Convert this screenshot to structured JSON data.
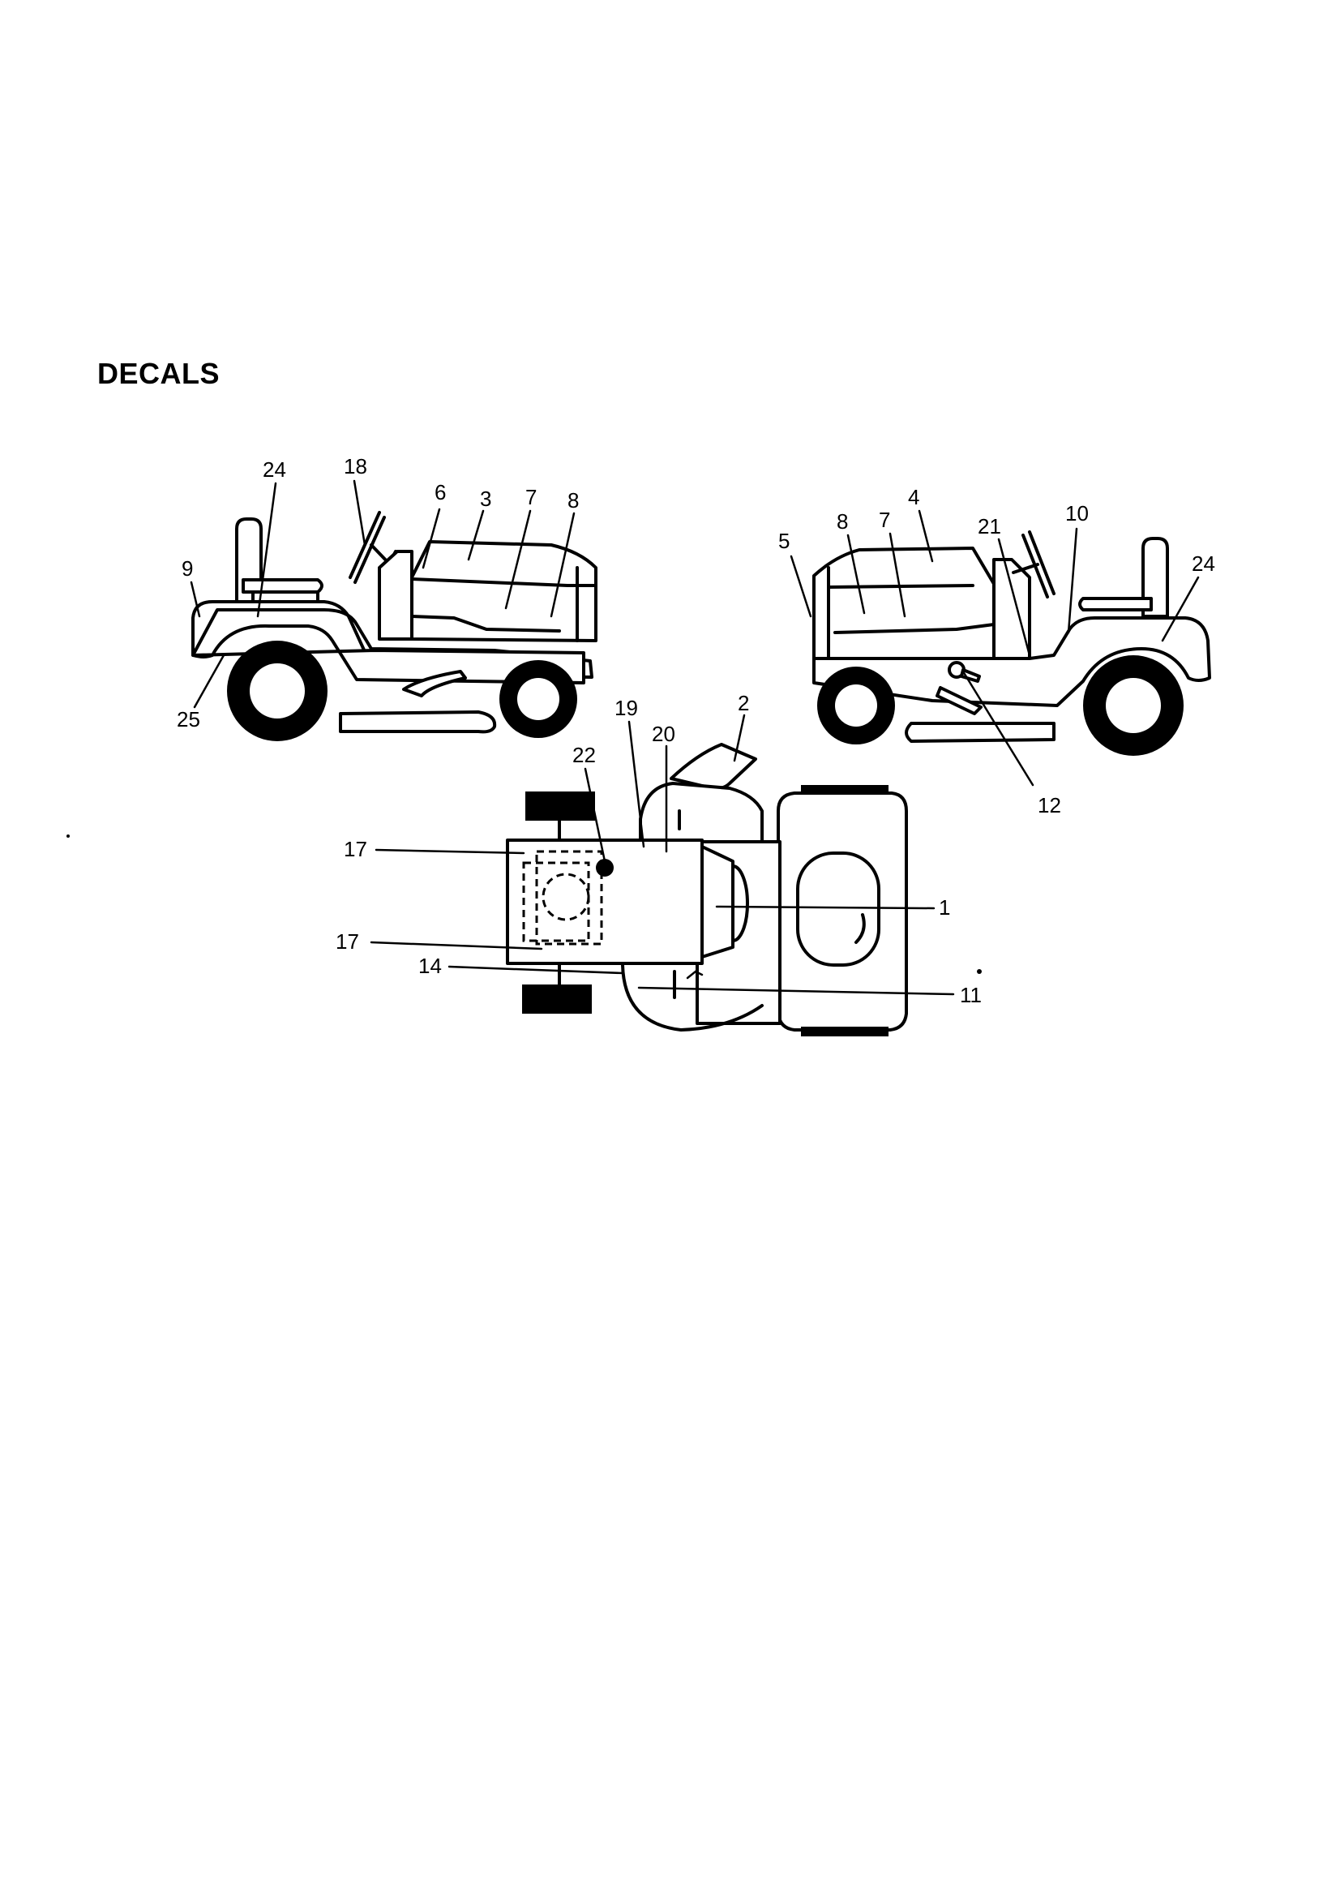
{
  "page": {
    "title": "DECALS"
  },
  "diagram": {
    "left_view_labels": {
      "l24": "24",
      "l18": "18",
      "l6": "6",
      "l3": "3",
      "l7": "7",
      "l8": "8",
      "l9": "9",
      "l25": "25"
    },
    "right_view_labels": {
      "l5": "5",
      "l8": "8",
      "l7": "7",
      "l4": "4",
      "l21": "21",
      "l10": "10",
      "l24": "24",
      "l12": "12"
    },
    "top_view_labels": {
      "l2": "2",
      "l19": "19",
      "l20": "20",
      "l22": "22",
      "l17a": "17",
      "l17b": "17",
      "l14": "14",
      "l1": "1",
      "l11": "11"
    }
  }
}
